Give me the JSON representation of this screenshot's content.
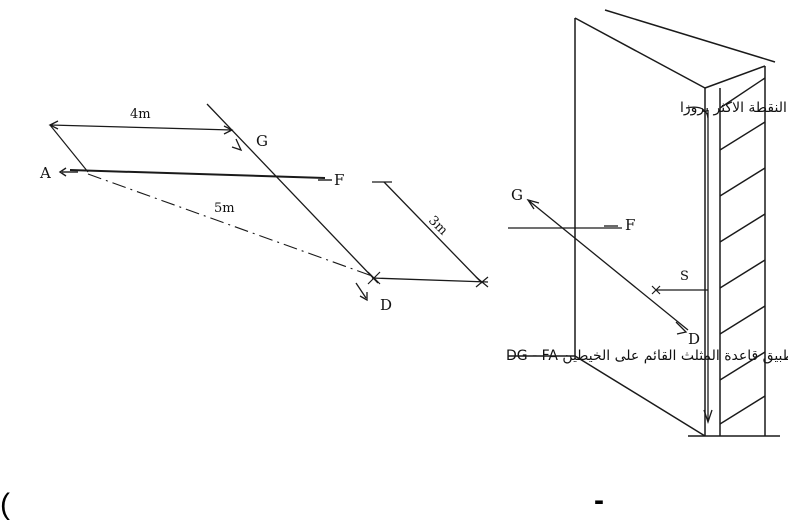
{
  "left_figure": {
    "labels": {
      "a": "A",
      "g": "G",
      "f": "F",
      "d": "D",
      "dist_4m": "4m",
      "dist_5m": "5m",
      "dist_3m": "3m"
    },
    "caption": "تطبيق قاعدة المثلث القائم على الخيطين DG - FA"
  },
  "right_figure": {
    "labels": {
      "g": "G",
      "f": "F",
      "d": "D",
      "s": "S"
    },
    "arabic_label": "النقطة الاكثر بروزا"
  },
  "footer": {
    "left_paren": "(",
    "dash": "-"
  }
}
